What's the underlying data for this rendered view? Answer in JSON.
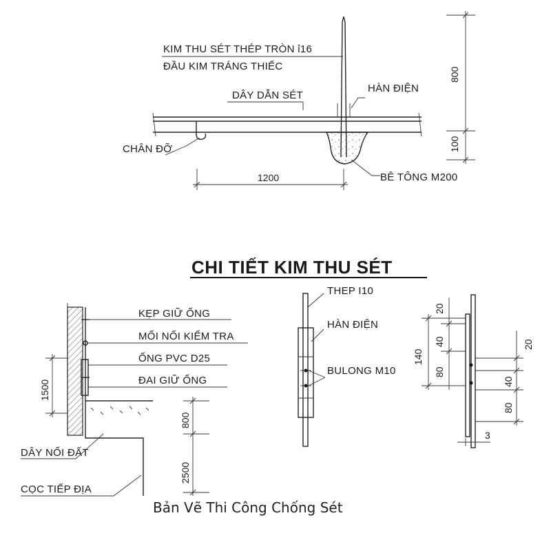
{
  "top_detail": {
    "rod_label_1": "KIM THU SÉT THÉP TRÒN ỉ16",
    "rod_label_2": "ĐẦU KIM TRÁNG THIẾC",
    "conductor_label": "DÂY DẪN SÉT",
    "weld_label": "HÀN ĐIỆN",
    "support_label": "CHÂN ĐỠ",
    "concrete_label": "BÊ TÔNG M200",
    "dim_horizontal": "1200",
    "dim_height": "800",
    "dim_base": "100"
  },
  "title": "CHI TIẾT KIM THU SÉT",
  "bottom_left": {
    "clamp_label": "KẸP GIỮ ỐNG",
    "test_joint_label": "MỐI NỐI KIỂM TRA",
    "pipe_label": "ỐNG PVC D25",
    "strap_label": "ĐAI GIỮ ỐNG",
    "earth_wire_label": "DÂY NỐI ĐẤT",
    "ground_rod_label": "CỌC TIẾP ĐỊA",
    "dim_1500": "1500",
    "dim_800": "800",
    "dim_2500": "2500"
  },
  "bottom_middle": {
    "steel_label": "THEP I10",
    "weld_label": "HÀN ĐIỆN",
    "bolt_label": "BULONG M10"
  },
  "bottom_right": {
    "dim_20_top": "20",
    "dim_40_top": "40",
    "dim_140": "140",
    "dim_80_left": "80",
    "dim_20_right": "20",
    "dim_40_right": "40",
    "dim_80_right": "80",
    "dim_3": "3"
  },
  "caption": "Bản Vẽ Thi Công Chống Sét"
}
